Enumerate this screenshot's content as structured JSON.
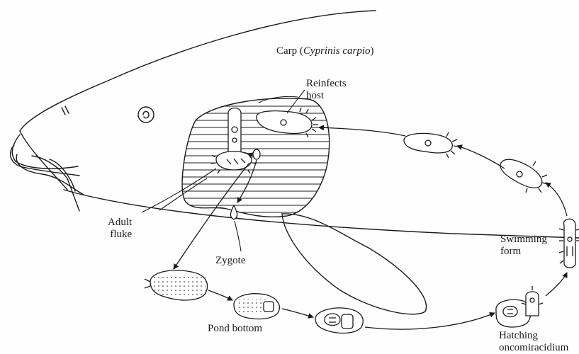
{
  "title": {
    "common": "Carp",
    "open": "(",
    "scientific": "Cyprinis carpio",
    "close": ")"
  },
  "labels": {
    "reinfects_1": "Reinfects",
    "reinfects_2": "host",
    "adult_1": "Adult",
    "adult_2": "fluke",
    "zygote": "Zygote",
    "swimming_1": "Swimming",
    "swimming_2": "form",
    "pond": "Pond bottom",
    "hatching_1": "Hatching",
    "hatching_2": "oncomiracidium"
  },
  "colors": {
    "ink": "#1a1a1a",
    "paper": "#fefefe"
  }
}
